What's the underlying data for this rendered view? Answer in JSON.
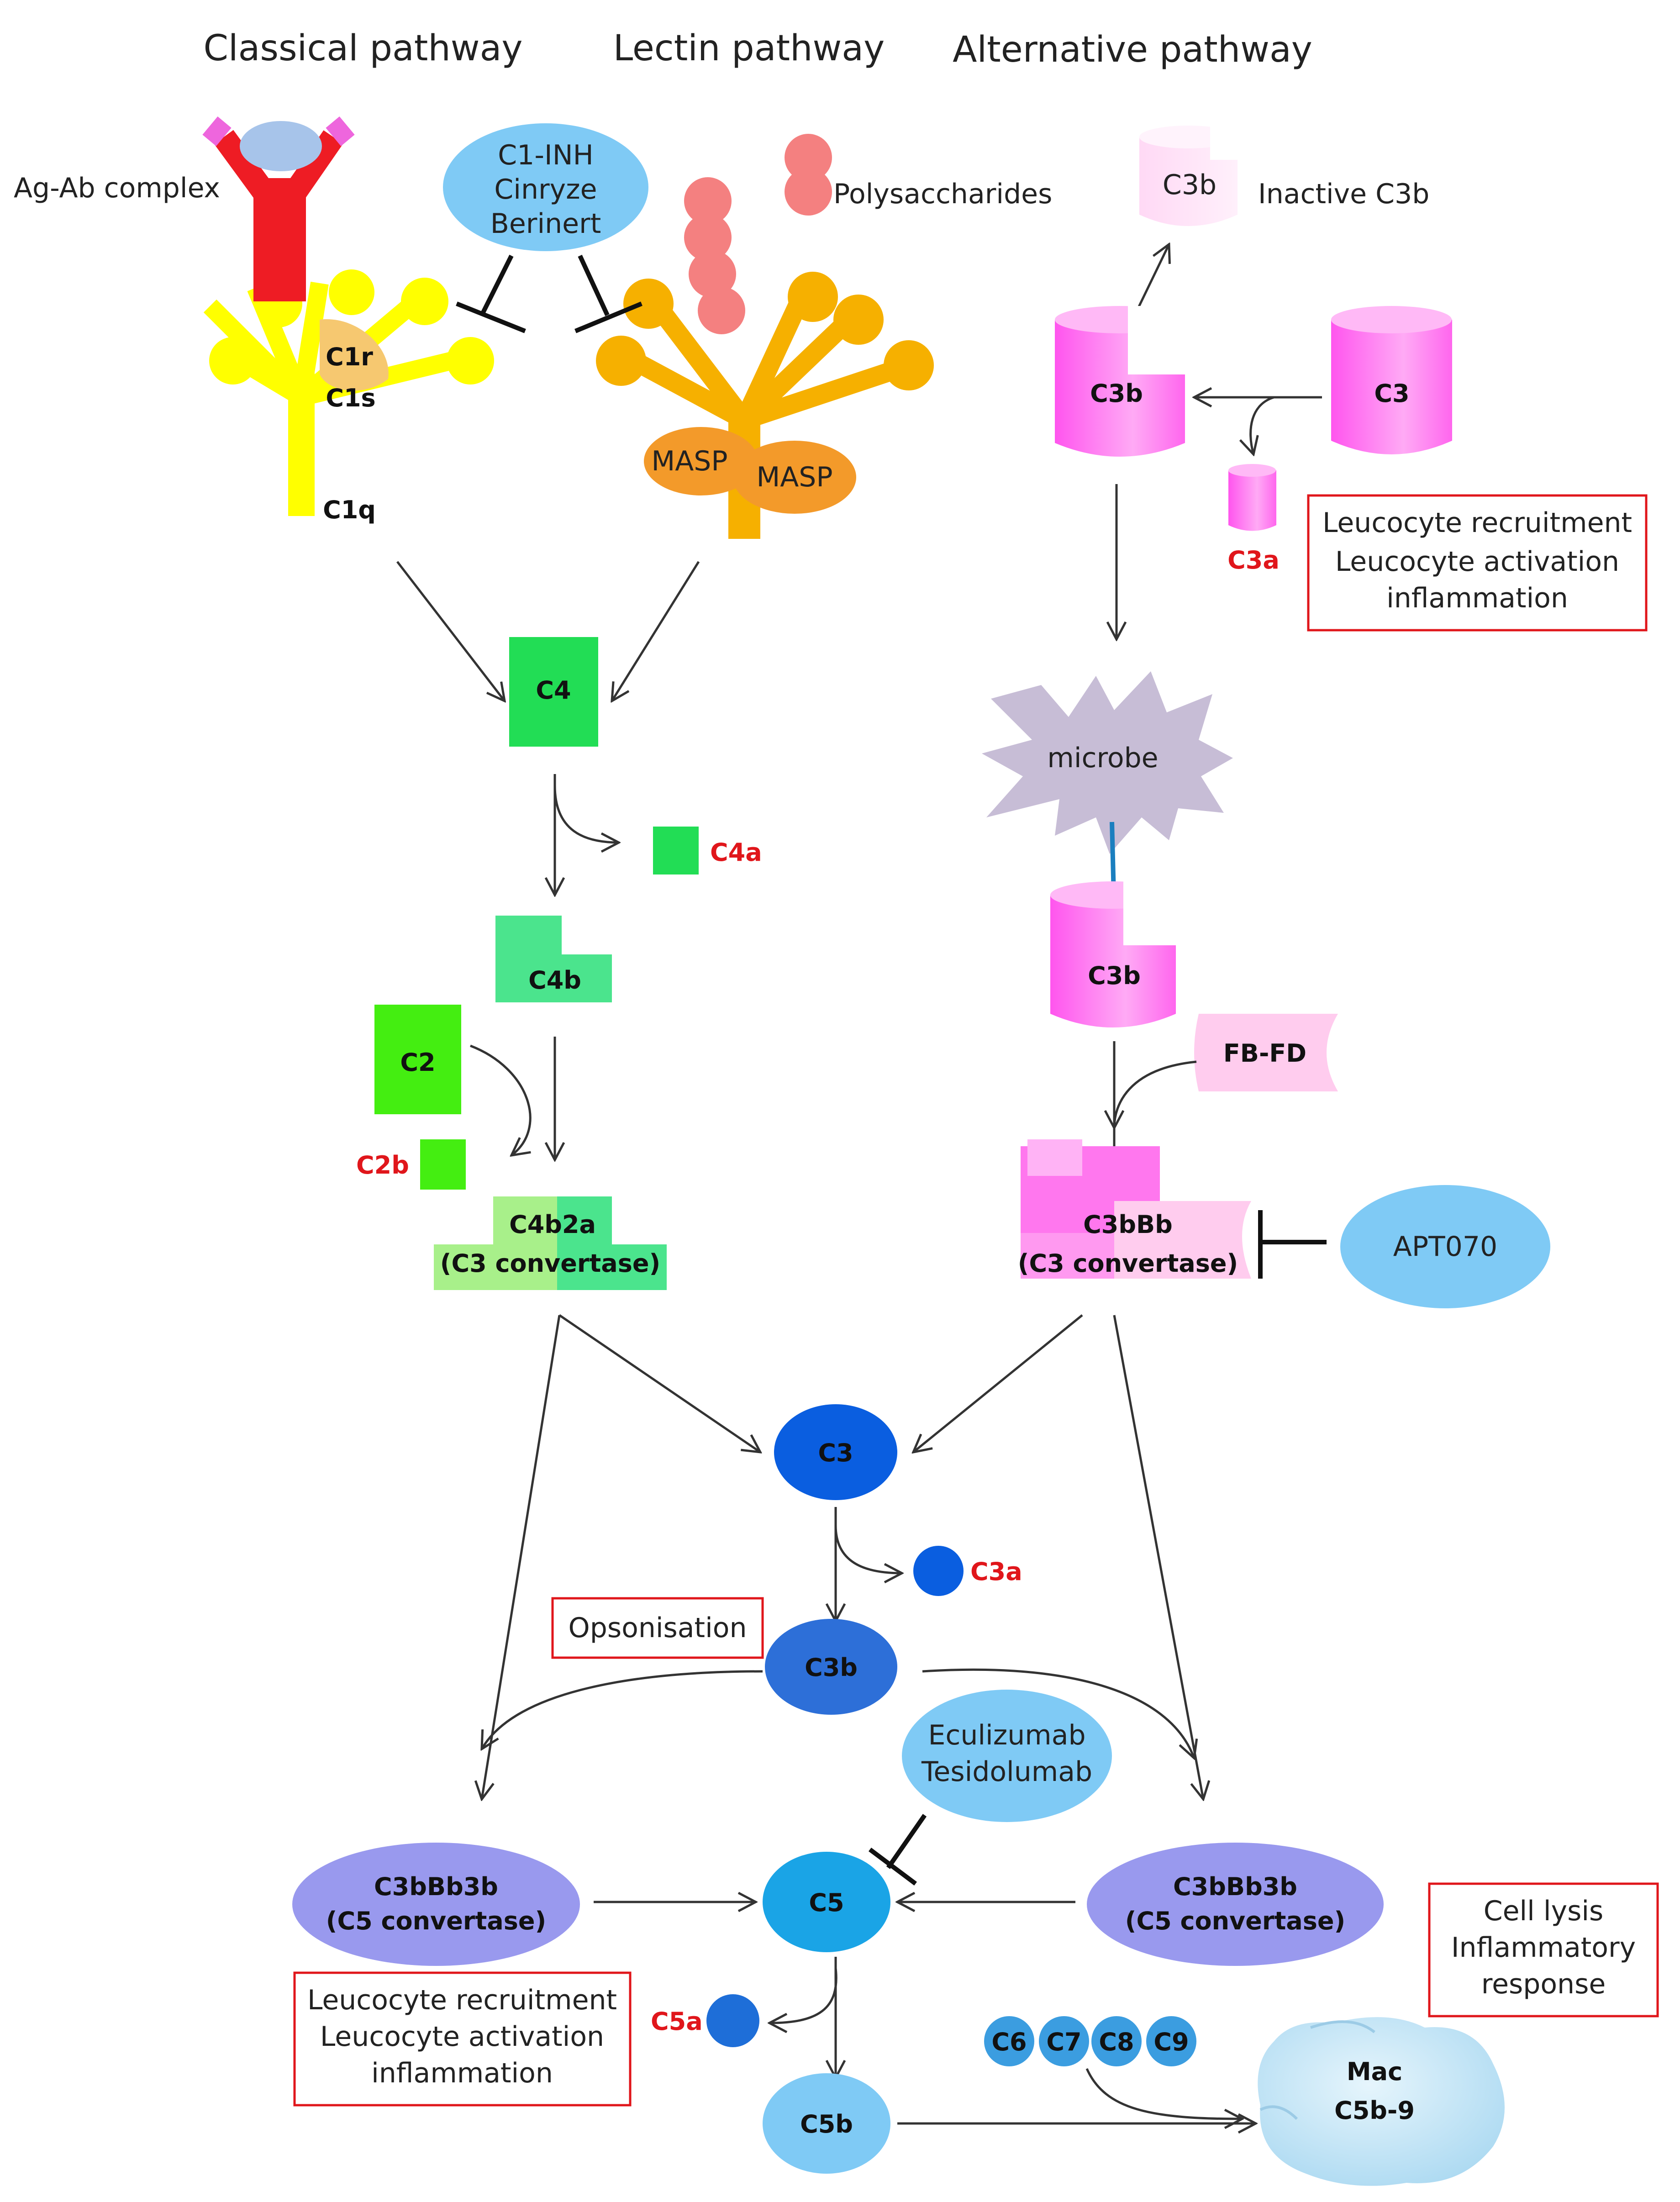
{
  "headers": {
    "classical": "Classical pathway",
    "lectin": "Lectin pathway",
    "alternative": "Alternative  pathway"
  },
  "labels": {
    "ag_ab": "Ag-Ab complex",
    "polysaccharides": "Polysaccharides",
    "inactive_c3b": "Inactive C3b",
    "c1r": "C1r",
    "c1s": "C1s",
    "c1q": "C1q",
    "masp1": "MASP",
    "masp2": "MASP",
    "c4": "C4",
    "c4a": "C4a",
    "c4b": "C4b",
    "c2": "C2",
    "c2b": "C2b",
    "c4b2a": "C4b2a",
    "c4b2a_sub": "(C3 convertase)",
    "c3b_inactive": "C3b",
    "c3b_top": "C3b",
    "c3_top": "C3",
    "c3a_top": "C3a",
    "microbe": "microbe",
    "c3b_mid": "C3b",
    "fb_fd": "FB-FD",
    "c3bbb": "C3bBb",
    "c3bbb_sub": "(C3 convertase)",
    "c3_center": "C3",
    "c3a_center": "C3a",
    "c3b_center": "C3b",
    "opsonisation": "Opsonisation",
    "c5": "C5",
    "c5a": "C5a",
    "c5b": "C5b",
    "c5conv_left": "C3bBb3b",
    "c5conv_left_sub": "(C5 convertase)",
    "c5conv_right": "C3bBb3b",
    "c5conv_right_sub": "(C5 convertase)",
    "c6": "C6",
    "c7": "C7",
    "c8": "C8",
    "c9": "C9",
    "mac": "Mac",
    "mac_sub": "C5b-9"
  },
  "inhibitors": {
    "c1inh": [
      "C1-INH",
      "Cinryze",
      "Berinert"
    ],
    "apt070": "APT070",
    "eculizumab": [
      "Eculizumab",
      "Tesidolumab"
    ]
  },
  "boxes": {
    "box_top_right": [
      "Leucocyte recruitment",
      "Leucocyte activation",
      "inflammation"
    ],
    "box_bottom_left": [
      "Leucocyte recruitment",
      "Leucocyte activation",
      "inflammation"
    ],
    "box_bottom_right": [
      "Cell lysis",
      "Inflammatory",
      "response"
    ]
  },
  "colors": {
    "antibody_red": "#ee1c24",
    "antibody_pink": "#ee66dd",
    "c1_yellow": "#ffff00",
    "lectin_orange": "#f6b000",
    "masp_orange": "#f39a2a",
    "polysaccharide_pink": "#f48080",
    "c4_green": "#22dd55",
    "c2_green": "#44ee11",
    "c3_magenta": "#ff77ee",
    "c3_light": "#ffccee",
    "inhibitor_blue": "#7fcaf5",
    "c3_blue": "#0a5ee0",
    "c5conv_purple": "#9999ee",
    "c5_cyan": "#1aa4e6",
    "mac_blue": "#bfe4f7",
    "microbe_grey": "#c7bdd6",
    "box_red": "#e0161b",
    "text_red": "#e0161b"
  }
}
